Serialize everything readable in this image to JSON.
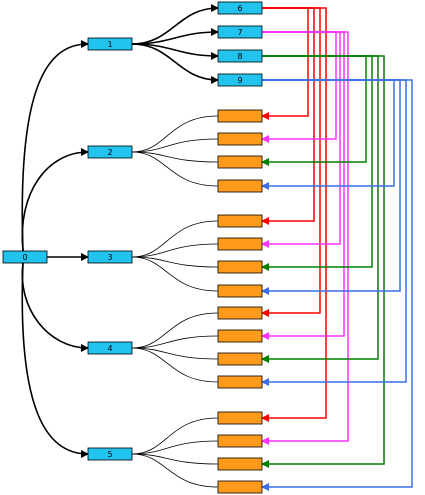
{
  "colors": {
    "blue_node": "#22c3ee",
    "orange_node": "#ff9a1a",
    "node_border": "#000000",
    "edge_black": "#000000",
    "line_red": "#ff0000",
    "line_magenta": "#ff33ff",
    "line_green": "#008000",
    "line_blue": "#3a6fe6"
  },
  "nodes": {
    "root": "0",
    "level1": [
      "1",
      "2",
      "3",
      "4",
      "5"
    ],
    "level2": [
      "6",
      "7",
      "8",
      "9"
    ]
  },
  "feedback_lines": [
    {
      "source": "6",
      "color_key": "line_red"
    },
    {
      "source": "7",
      "color_key": "line_magenta"
    },
    {
      "source": "8",
      "color_key": "line_green"
    },
    {
      "source": "9",
      "color_key": "line_blue"
    }
  ],
  "edges": [
    {
      "from": "0",
      "to": "1"
    },
    {
      "from": "0",
      "to": "2"
    },
    {
      "from": "0",
      "to": "3"
    },
    {
      "from": "0",
      "to": "4"
    },
    {
      "from": "0",
      "to": "5"
    },
    {
      "from": "1",
      "to": "6"
    },
    {
      "from": "1",
      "to": "7"
    },
    {
      "from": "1",
      "to": "8"
    },
    {
      "from": "1",
      "to": "9"
    }
  ]
}
